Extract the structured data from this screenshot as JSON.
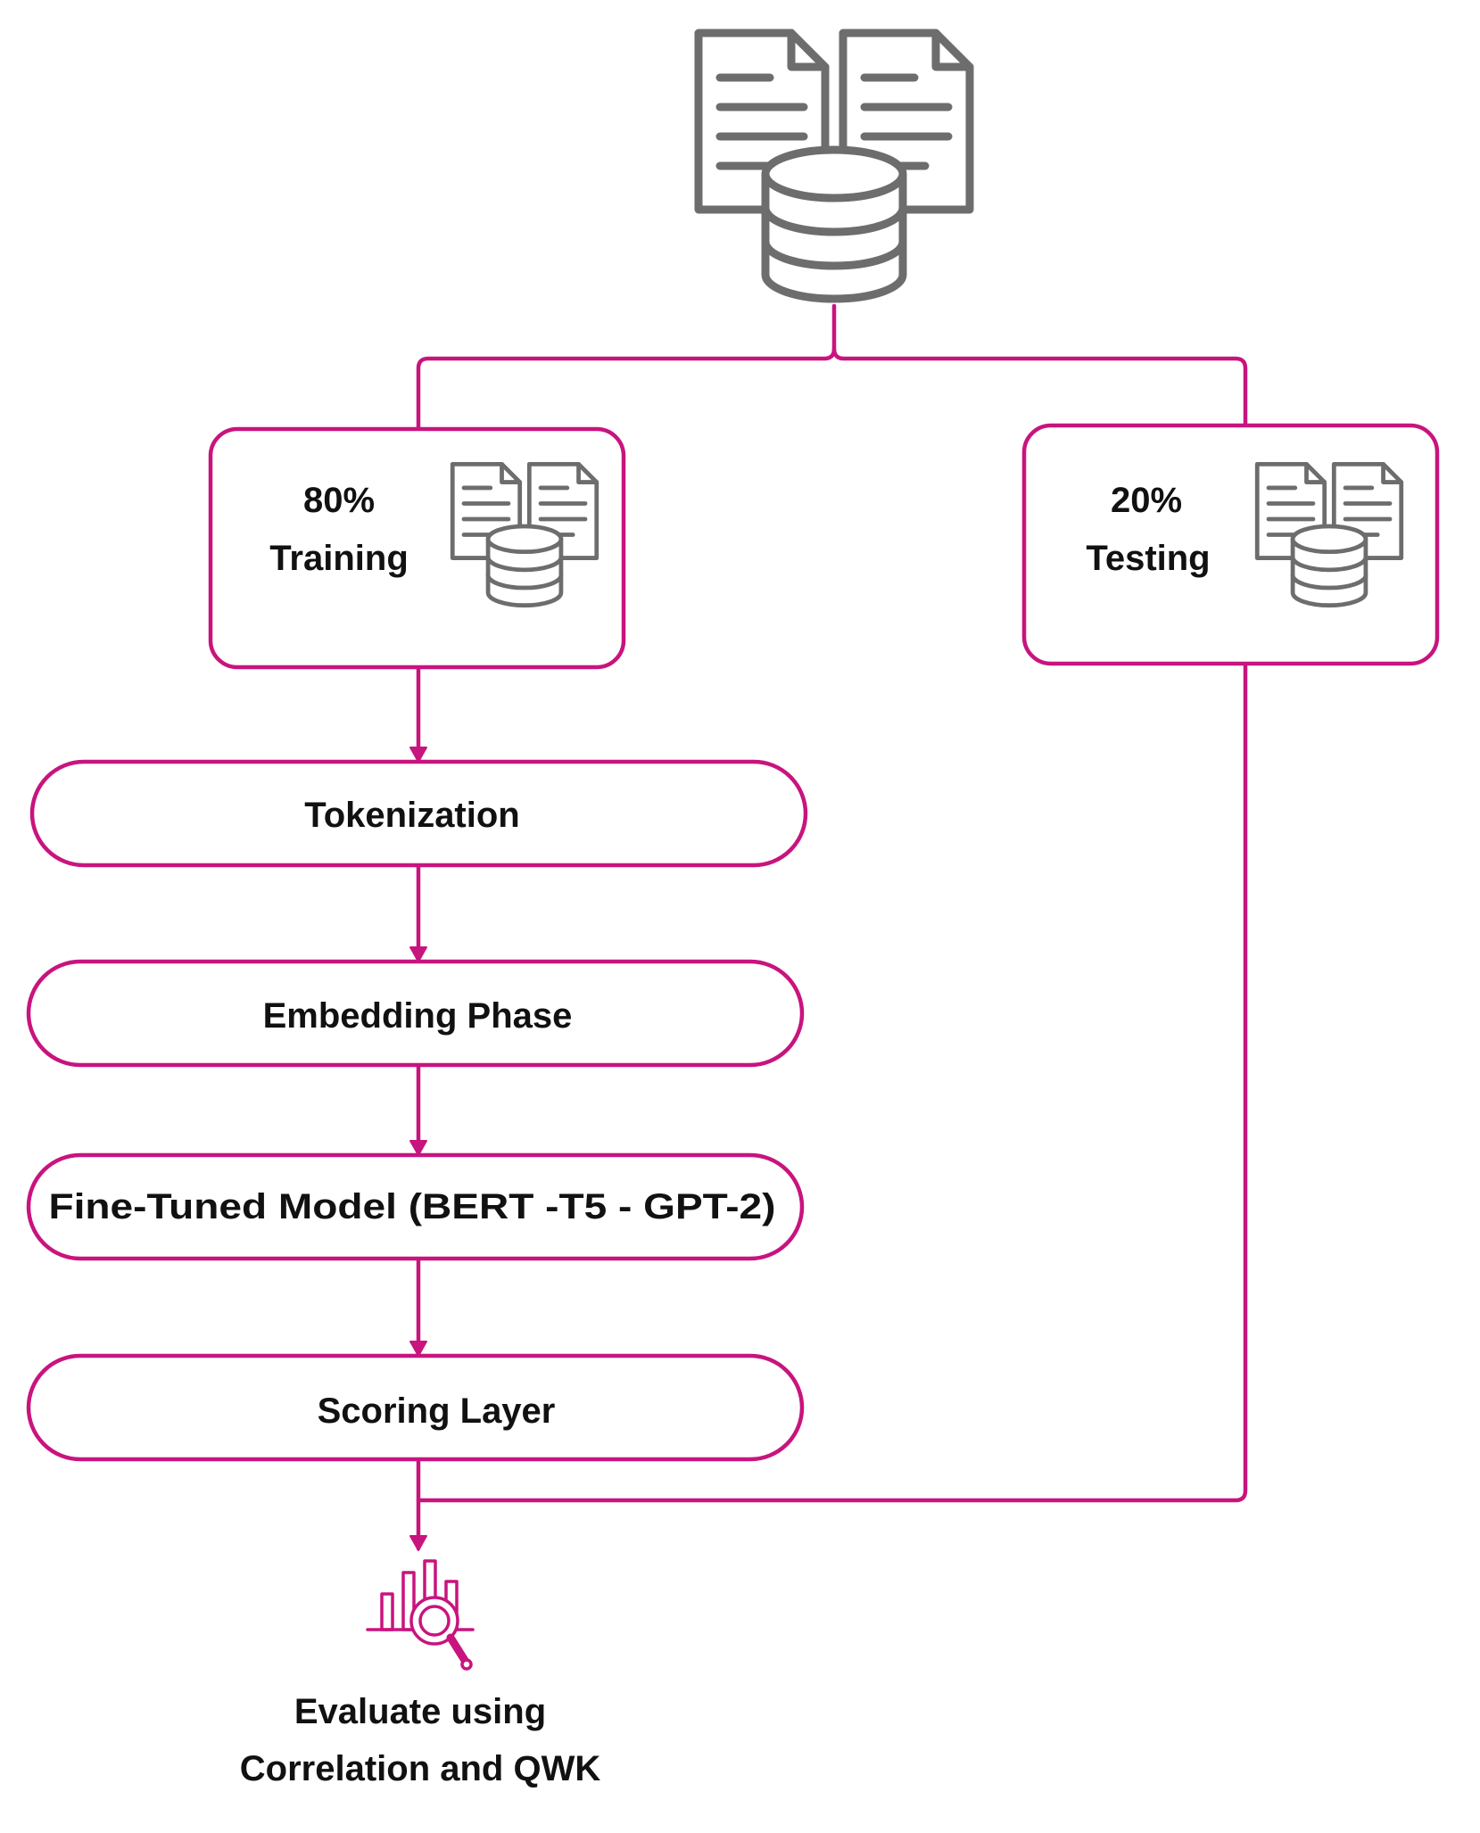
{
  "colors": {
    "accent": "#c8147e",
    "icon": "#6d6d6d",
    "text": "#111111",
    "background": "#ffffff"
  },
  "icons": {
    "dataset": "documents-database-icon",
    "split": "documents-database-icon",
    "evaluation": "bar-chart-magnifier-icon"
  },
  "splits": {
    "training": {
      "percent": "80%",
      "label": "Training"
    },
    "testing": {
      "percent": "20%",
      "label": "Testing"
    }
  },
  "pipeline": [
    {
      "label": "Tokenization"
    },
    {
      "label": "Embedding Phase"
    },
    {
      "label": "Fine-Tuned Model (BERT -T5 - GPT-2)"
    },
    {
      "label": "Scoring Layer"
    }
  ],
  "evaluation": {
    "line1": "Evaluate using",
    "line2": "Correlation and QWK"
  }
}
